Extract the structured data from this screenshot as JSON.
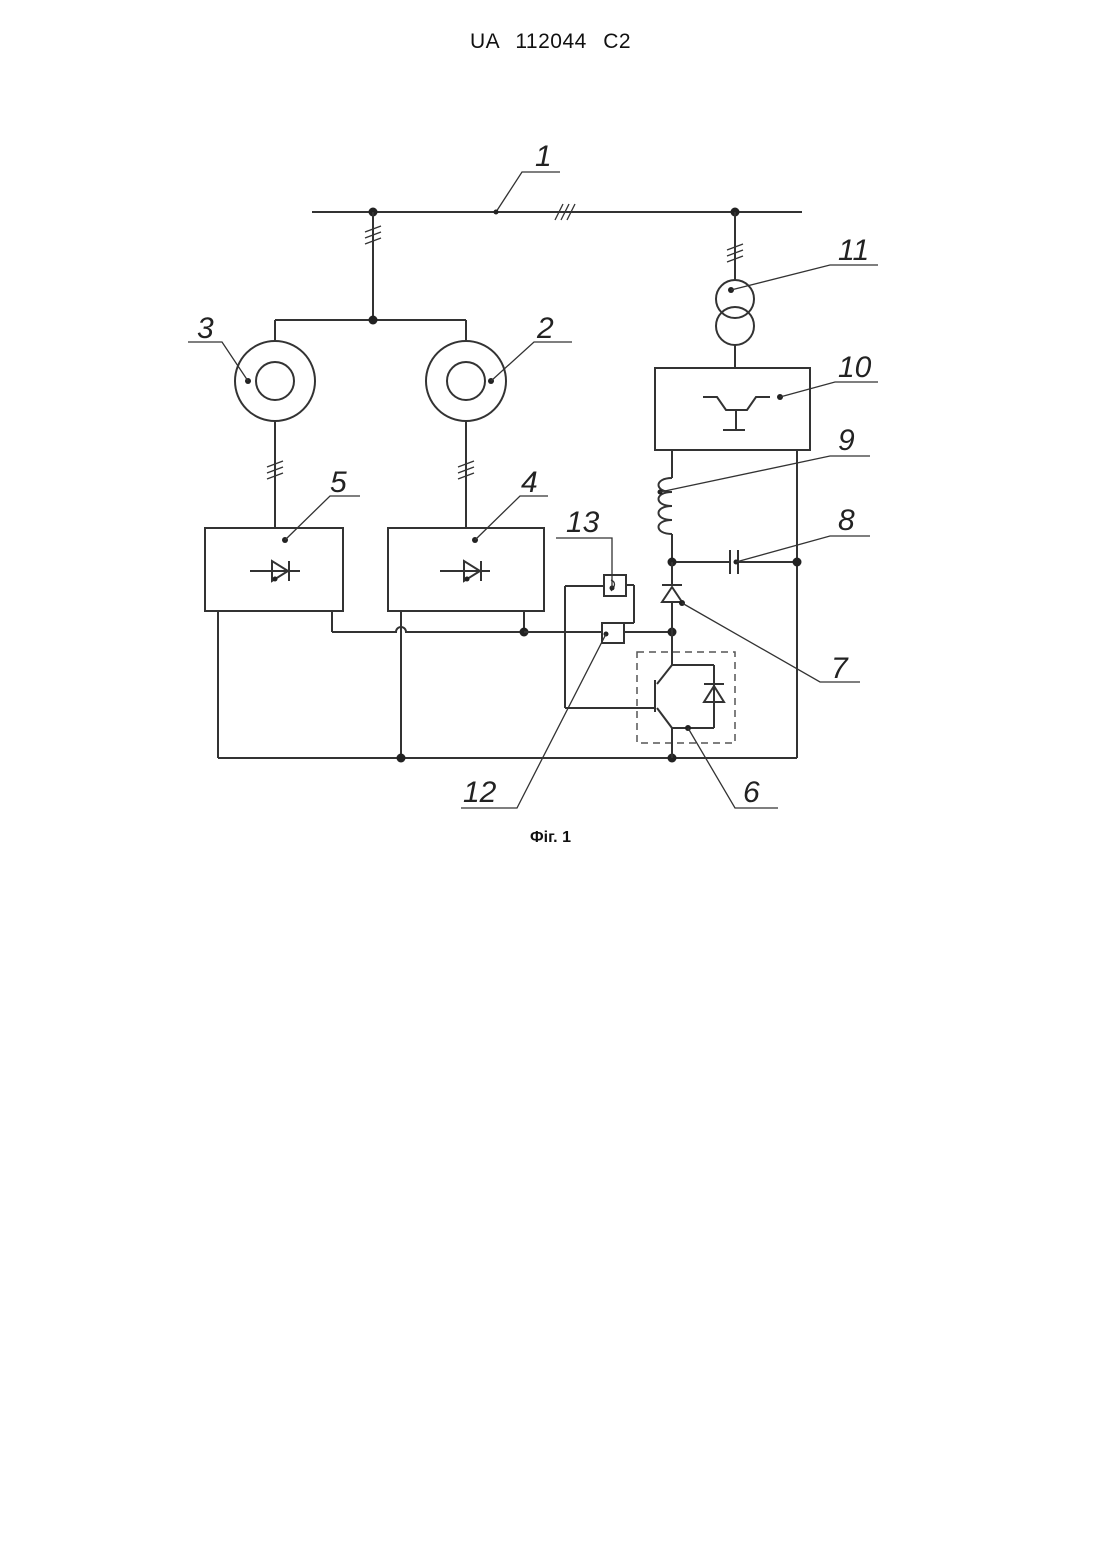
{
  "header": {
    "country": "UA",
    "number": "112044",
    "kind": "C2"
  },
  "figure": {
    "caption": "Фіг. 1",
    "labels": {
      "l1": "1",
      "l2": "2",
      "l3": "3",
      "l4": "4",
      "l5": "5",
      "l6": "6",
      "l7": "7",
      "l8": "8",
      "l9": "9",
      "l10": "10",
      "l11": "11",
      "l12": "12",
      "l13": "13"
    }
  }
}
